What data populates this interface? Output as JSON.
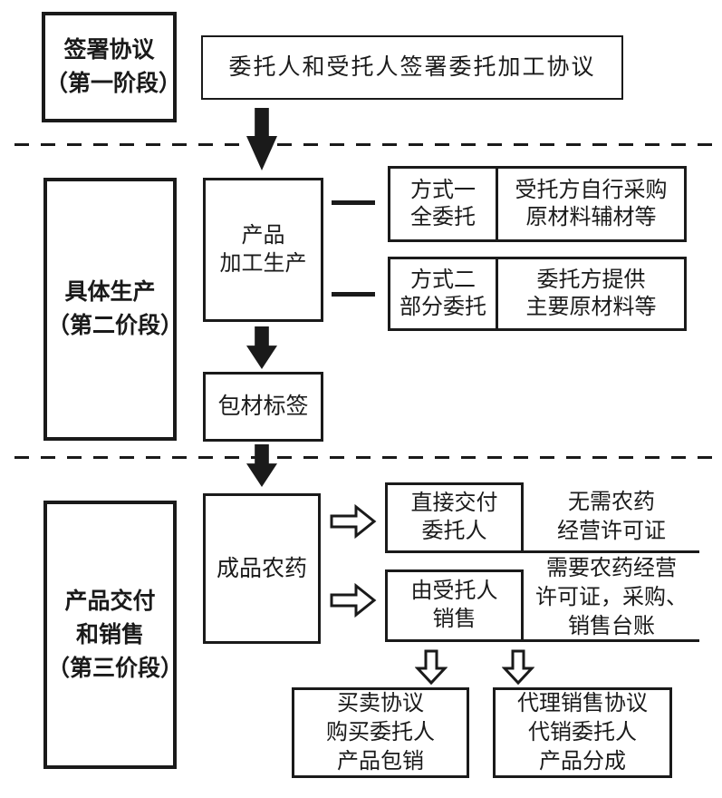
{
  "colors": {
    "ink": "#1a1a1a",
    "background": "#ffffff"
  },
  "icons": {
    "solid_down_arrow": "filled-down-arrow",
    "hollow_right_arrow": "outlined-right-arrow",
    "hollow_down_arrow": "outlined-down-arrow"
  },
  "stage1": {
    "label": "签署协议\n（第一阶段）",
    "agreement_box": "委托人和受托人签署委托加工协议"
  },
  "stage2": {
    "label": "具体生产\n（第二价段）",
    "production_box": "产品\n加工生产",
    "modes": [
      {
        "name": "方式一\n全委托",
        "desc": "受托方自行采购\n原材料辅材等"
      },
      {
        "name": "方式二\n部分委托",
        "desc": "委托方提供\n主要原材料等"
      }
    ],
    "packaging_box": "包材标签"
  },
  "stage3": {
    "label": "产品交付\n和销售\n（第三价段）",
    "product_box": "成品农药",
    "delivery_options": [
      {
        "box": "直接交付\n委托人",
        "note": "无需农药\n经营许可证"
      },
      {
        "box": "由受托人\n销售",
        "note": "需要农药经营\n许可证，采购、\n销售台账"
      }
    ],
    "sales_boxes": [
      {
        "text": "买卖协议\n购买委托人\n产品包销"
      },
      {
        "text": "代理销售协议\n代销委托人\n产品分成"
      }
    ]
  }
}
